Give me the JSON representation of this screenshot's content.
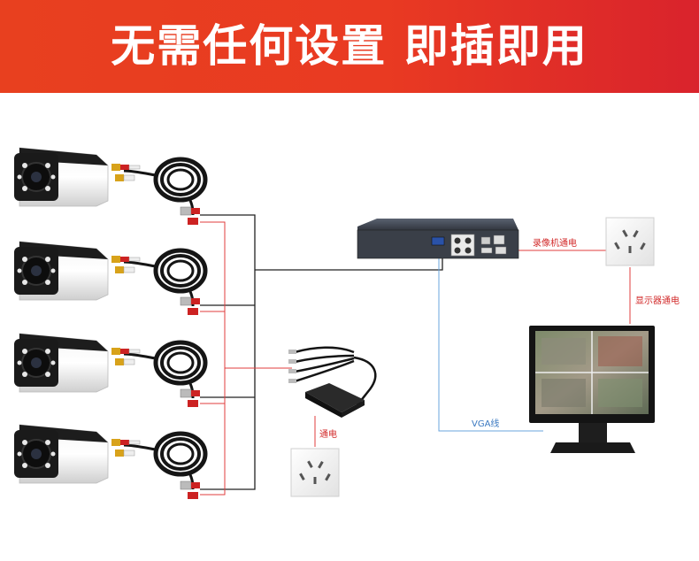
{
  "banner": {
    "title": "无需任何设置 即插即用",
    "color_start": "#e8401f",
    "color_end": "#d9232c"
  },
  "labels": {
    "recorder_power": "录像机通电",
    "monitor_power": "显示器通电",
    "camera_power": "通电",
    "vga_cable": "VGA线"
  },
  "components": {
    "cameras": [
      {
        "name": "camera-1"
      },
      {
        "name": "camera-2"
      },
      {
        "name": "camera-3"
      },
      {
        "name": "camera-4"
      }
    ],
    "devices": [
      "dvr-recorder",
      "power-splitter",
      "power-adapter",
      "wall-socket",
      "wall-socket",
      "lcd-monitor"
    ]
  },
  "colors": {
    "power_line": "#e03c3c",
    "video_line": "#222222",
    "vga_line": "#6aa6de"
  }
}
